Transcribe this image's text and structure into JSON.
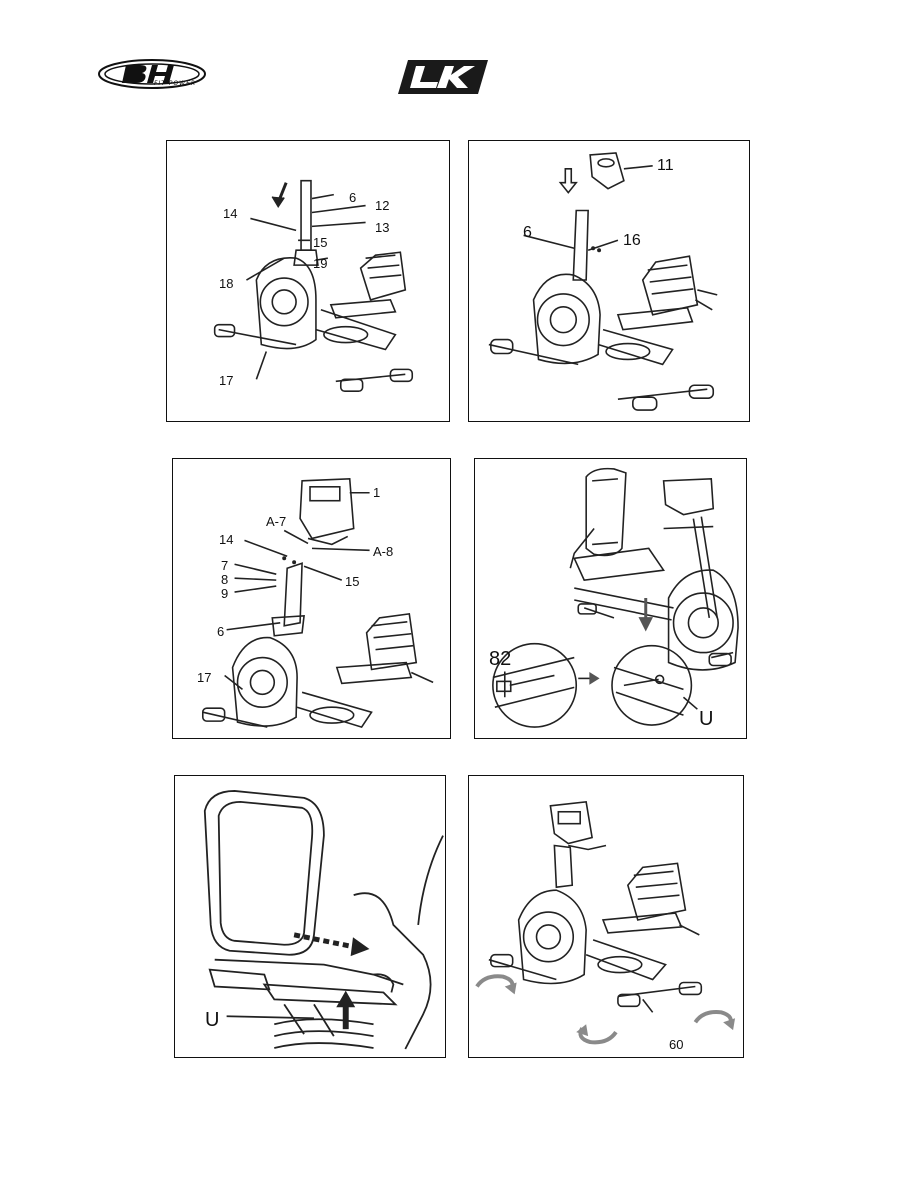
{
  "header": {
    "brand_logo": "BH",
    "brand_tagline": "FIT POWER",
    "model_logo": "LK"
  },
  "figures": [
    {
      "labels": [
        "6",
        "12",
        "13",
        "14",
        "15",
        "18",
        "19",
        "17"
      ]
    },
    {
      "labels": [
        "11",
        "6",
        "16"
      ]
    },
    {
      "labels": [
        "1",
        "A-7",
        "14",
        "A-8",
        "7",
        "8",
        "9",
        "15",
        "6",
        "17"
      ]
    },
    {
      "labels": [
        "82",
        "U"
      ]
    },
    {
      "labels": [
        "U"
      ]
    },
    {
      "labels": [
        "60"
      ]
    }
  ]
}
